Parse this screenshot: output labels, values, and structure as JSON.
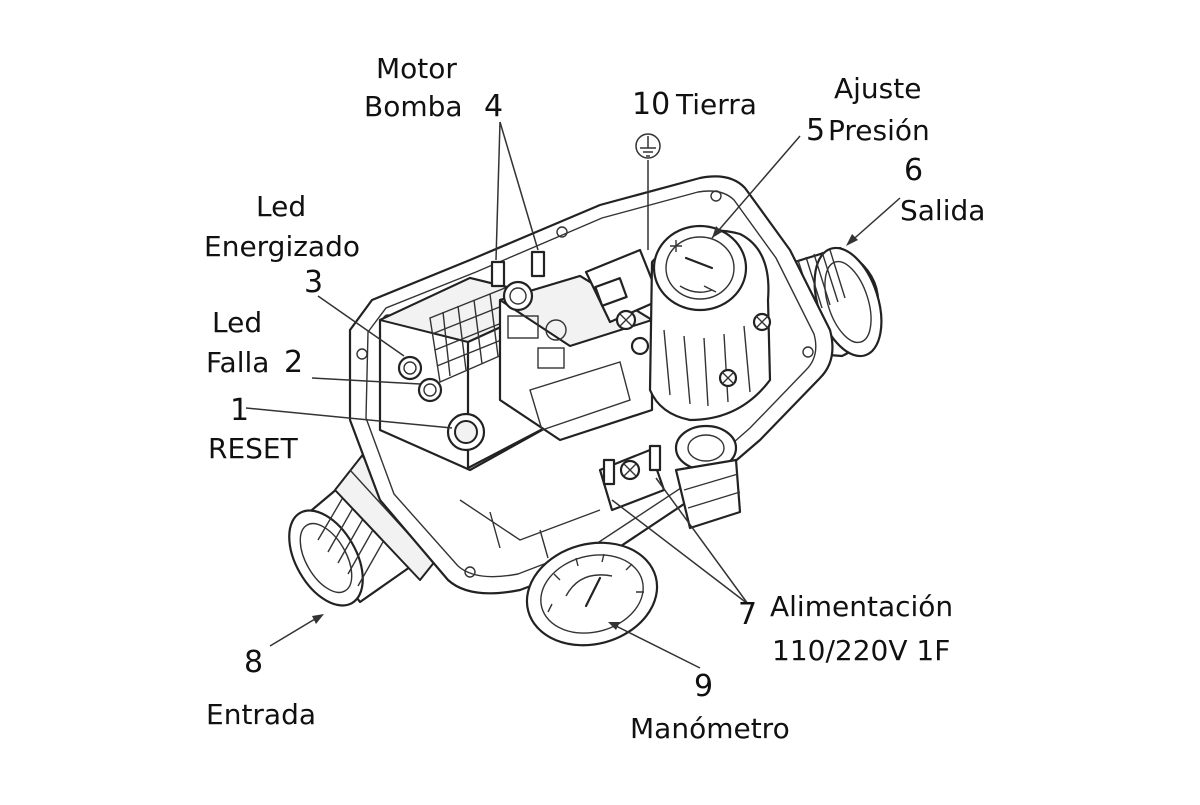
{
  "labels": {
    "motor_line1": "Motor",
    "motor_line2": "Bomba",
    "n4": "4",
    "n10": "10",
    "tierra": "Tierra",
    "ajuste": "Ajuste",
    "n5": "5",
    "presion": "Presión",
    "n6": "6",
    "salida": "Salida",
    "led_energizado_line1": "Led",
    "led_energizado_line2": "Energizado",
    "n3": "3",
    "led_falla_line1": "Led",
    "led_falla_line2": "Falla",
    "n2": "2",
    "n1": "1",
    "reset": "RESET",
    "n7": "7",
    "alimentacion": "Alimentación",
    "voltaje": "110/220V 1F",
    "n8": "8",
    "entrada": "Entrada",
    "n9": "9",
    "manometro": "Manómetro"
  }
}
